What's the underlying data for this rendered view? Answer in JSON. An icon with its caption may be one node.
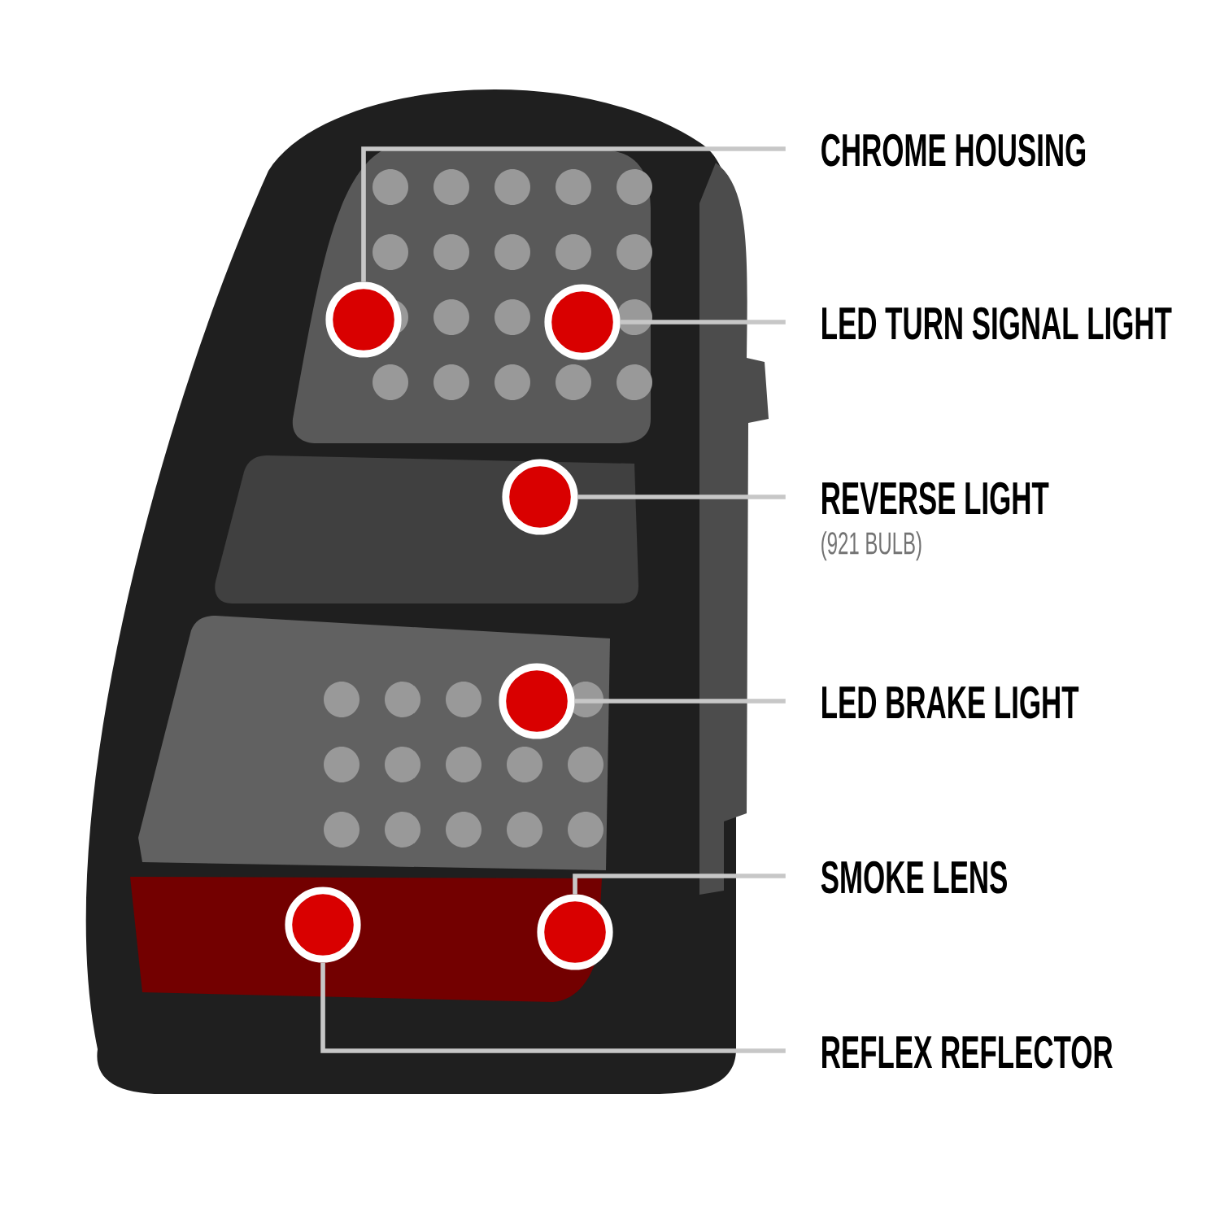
{
  "diagram": {
    "nodes": [
      {
        "text": [
          "CHROME HOUSING"
        ]
      },
      {
        "text": [
          "LED TURN SIGNAL LIGHT"
        ]
      },
      {
        "text": [
          "REVERSE LIGHT",
          "(921 BULB)"
        ]
      },
      {
        "text": [
          "LED BRAKE LIGHT"
        ]
      },
      {
        "text": [
          "SMOKE LENS"
        ]
      },
      {
        "text": [
          "REFLEX REFLECTOR"
        ]
      },
      {
        "text": [],
        "shape": "circle"
      },
      {
        "text": [],
        "shape": "circle"
      },
      {
        "text": [],
        "shape": "circle"
      },
      {
        "text": [],
        "shape": "circle"
      },
      {
        "text": [],
        "shape": "circle"
      },
      {
        "text": [],
        "shape": "circle"
      }
    ],
    "edges": [
      {
        "from": 0,
        "to": 6,
        "arrow": "none"
      },
      {
        "from": 1,
        "to": 7,
        "arrow": "none"
      },
      {
        "from": 2,
        "to": 8,
        "arrow": "none"
      },
      {
        "from": 3,
        "to": 9,
        "arrow": "none"
      },
      {
        "from": 4,
        "to": 11,
        "arrow": "none"
      },
      {
        "from": 5,
        "to": 10,
        "arrow": "none"
      }
    ]
  }
}
